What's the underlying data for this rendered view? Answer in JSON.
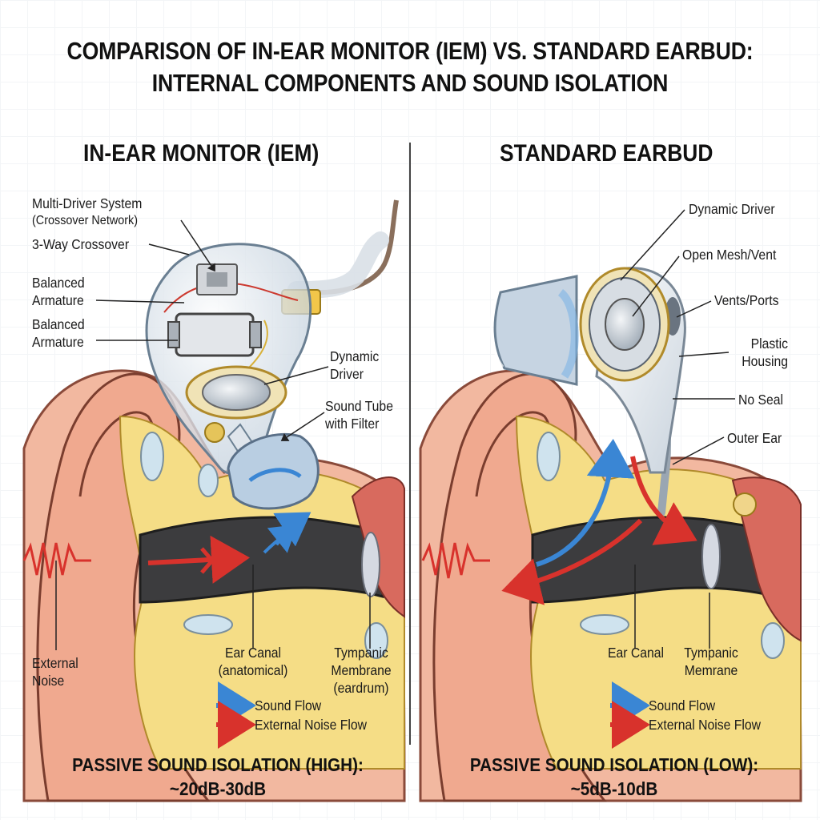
{
  "title": {
    "line1": "COMPARISON OF IN-EAR MONITOR (IEM) VS. STANDARD EARBUD:",
    "line2": "INTERNAL COMPONENTS AND SOUND ISOLATION"
  },
  "left": {
    "heading": "IN-EAR MONITOR (IEM)",
    "labels": {
      "multi_driver_1": "Multi-Driver System",
      "multi_driver_2": "(Crossover Network)",
      "crossover": "3-Way Crossover",
      "ba1_1": "Balanced",
      "ba1_2": "Armature",
      "ba2_1": "Balanced",
      "ba2_2": "Armature",
      "dynamic_1": "Dynamic",
      "dynamic_2": "Driver",
      "tube_1": "Sound Tube",
      "tube_2": "with Filter",
      "noise_1": "External",
      "noise_2": "Noise",
      "canal_1": "Ear Canal",
      "canal_2": "(anatomical)",
      "tymp_1": "Tympanic",
      "tymp_2": "Membrane",
      "tymp_3": "(eardrum)"
    },
    "legend": {
      "sound": "Sound Flow",
      "noise": "External Noise Flow"
    },
    "isolation_1": "PASSIVE SOUND ISOLATION (HIGH):",
    "isolation_2": "~20dB-30dB"
  },
  "right": {
    "heading": "STANDARD EARBUD",
    "labels": {
      "dynamic": "Dynamic Driver",
      "mesh": "Open Mesh/Vent",
      "vents": "Vents/Ports",
      "housing_1": "Plastic",
      "housing_2": "Housing",
      "no_seal": "No Seal",
      "outer_ear": "Outer Ear",
      "canal": "Ear Canal",
      "tymp_1": "Tympanic",
      "tymp_2": "Memrane"
    },
    "legend": {
      "sound": "Sound Flow",
      "noise": "External Noise Flow"
    },
    "isolation_1": "PASSIVE SOUND ISOLATION (LOW):",
    "isolation_2": "~5dB-10dB"
  },
  "colors": {
    "sound_flow": "#3a86d4",
    "noise_flow": "#d8322c",
    "skin": "#f2b8a0",
    "fat": "#f5dd86",
    "canal": "#3c3c3e"
  }
}
